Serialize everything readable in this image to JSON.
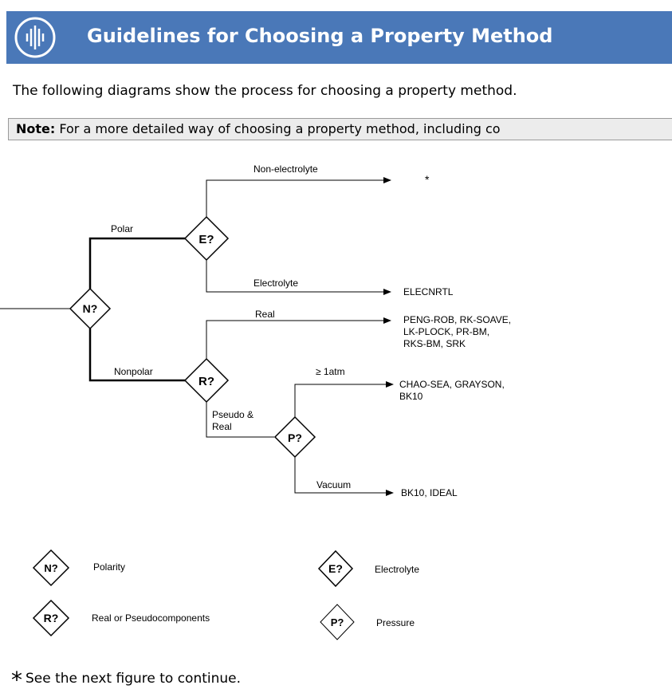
{
  "header": {
    "title": "Guidelines for Choosing a Property Method",
    "logo_icon": "help-topic-logo-icon",
    "bar_color": "#4a78b8"
  },
  "intro_text": "The following diagrams show the process for choosing a property method.",
  "note": {
    "label": "Note:",
    "text": " For a more detailed way of choosing a property method, including co"
  },
  "diagram": {
    "nodes": {
      "polarity": "N?",
      "electrolyte": "E?",
      "real_pseudo": "R?",
      "pressure": "P?"
    },
    "branches": {
      "polar": "Polar",
      "nonpolar": "Nonpolar",
      "non_electrolyte": "Non-electrolyte",
      "electrolyte": "Electrolyte",
      "real": "Real",
      "pseudo_real_line1": "Pseudo &",
      "pseudo_real_line2": "Real",
      "ge_1atm": "≥ 1atm",
      "vacuum": "Vacuum"
    },
    "results": {
      "non_electrolyte": "*",
      "elecnrtl": "ELECNRTL",
      "real_line1": "PENG-ROB, RK-SOAVE,",
      "real_line2": "LK-PLOCK, PR-BM,",
      "real_line3": "RKS-BM, SRK",
      "high_pressure_line1": "CHAO-SEA, GRAYSON,",
      "high_pressure_line2": "BK10",
      "vacuum": "BK10, IDEAL"
    }
  },
  "legend": {
    "polarity": "Polarity",
    "electrolyte": "Electrolyte",
    "real_pseudo": "Real or Pseudocomponents",
    "pressure": "Pressure"
  },
  "footnote": {
    "symbol": "*",
    "text": "See the next figure to continue."
  }
}
